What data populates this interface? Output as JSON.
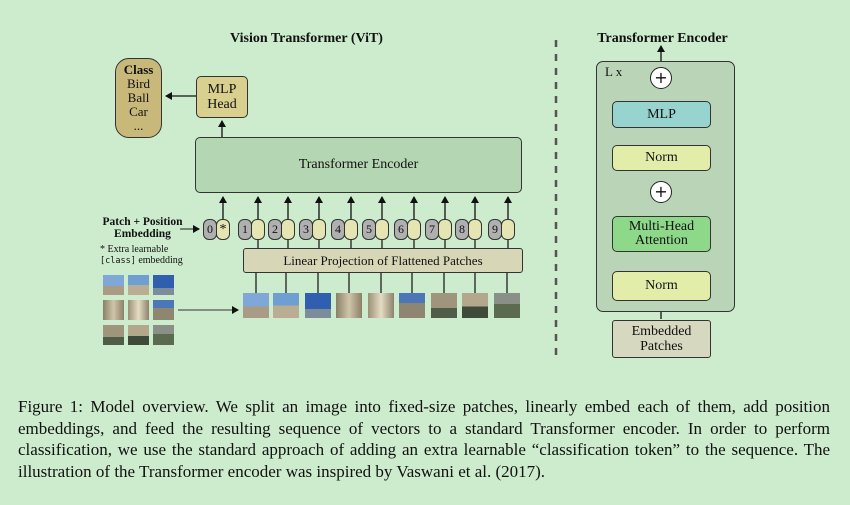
{
  "vit": {
    "title": "Vision Transformer (ViT)",
    "class_box": {
      "title": "Class",
      "items": [
        "Bird",
        "Ball",
        "Car",
        "..."
      ]
    },
    "mlp_head": "MLP\nHead",
    "encoder_label": "Transformer Encoder",
    "patch_embed_label": "Patch + Position\nEmbedding",
    "extra_note_line1": "* Extra learnable",
    "extra_note_code": "[class]",
    "extra_note_line2": " embedding",
    "linear_projection": "Linear Projection of Flattened Patches",
    "position_tokens": [
      "0",
      "1",
      "2",
      "3",
      "4",
      "5",
      "6",
      "7",
      "8",
      "9"
    ],
    "class_token_mark": "*"
  },
  "encoder": {
    "title": "Transformer Encoder",
    "repeat_label": "L x",
    "mlp": "MLP",
    "norm_top": "Norm",
    "attention": "Multi-Head\nAttention",
    "norm_bottom": "Norm",
    "embedded_patches": "Embedded\nPatches",
    "plus_top": "+",
    "plus_mid": "+"
  },
  "caption": "Figure 1: Model overview. We split an image into fixed-size patches, linearly embed each of them, add position embeddings, and feed the resulting sequence of vectors to a standard Transformer encoder. In order to perform classification, we use the standard approach of adding an extra learnable “classification token” to the sequence. The illustration of the Transformer encoder was inspired by Vaswani et al. (2017).",
  "colors": {
    "background": "#cdeccd",
    "class_box": "#c8b97a",
    "mlp_head": "#d9cf8e",
    "encoder_block": "#b5d6b3",
    "linear_projection": "#d7d7b8",
    "norm": "#e3edaa",
    "mlp": "#97d4d0",
    "attention": "#8ed88a",
    "embedded_patches": "#d6d9c0",
    "encoder_panel": "#b9d4b7"
  }
}
